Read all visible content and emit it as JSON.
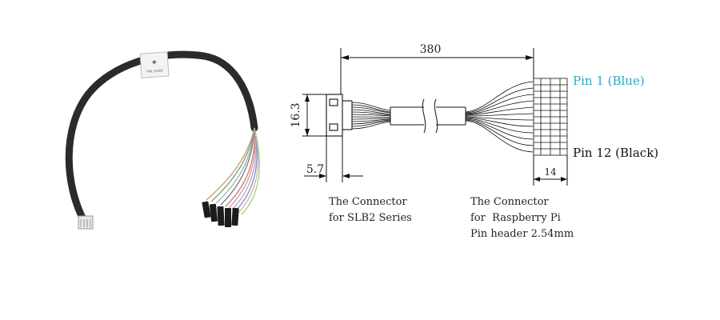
{
  "dimensions": {
    "length": "380",
    "height": "16.3",
    "connector_offset": "5.7",
    "header_width": "14"
  },
  "pins": {
    "first": {
      "label": "Pin 1 (Blue)",
      "color": "#2aa7c9"
    },
    "last": {
      "label": "Pin 12 (Black)",
      "color": "#111111"
    }
  },
  "connectors": {
    "left": {
      "line1": "The Connector",
      "line2": "for SLB2 Series"
    },
    "right": {
      "line1": "The Connector",
      "line2": "for  Raspberry Pi",
      "line3": "Pin header 2.54mm"
    }
  },
  "cable_label_text": "P/N 11000"
}
